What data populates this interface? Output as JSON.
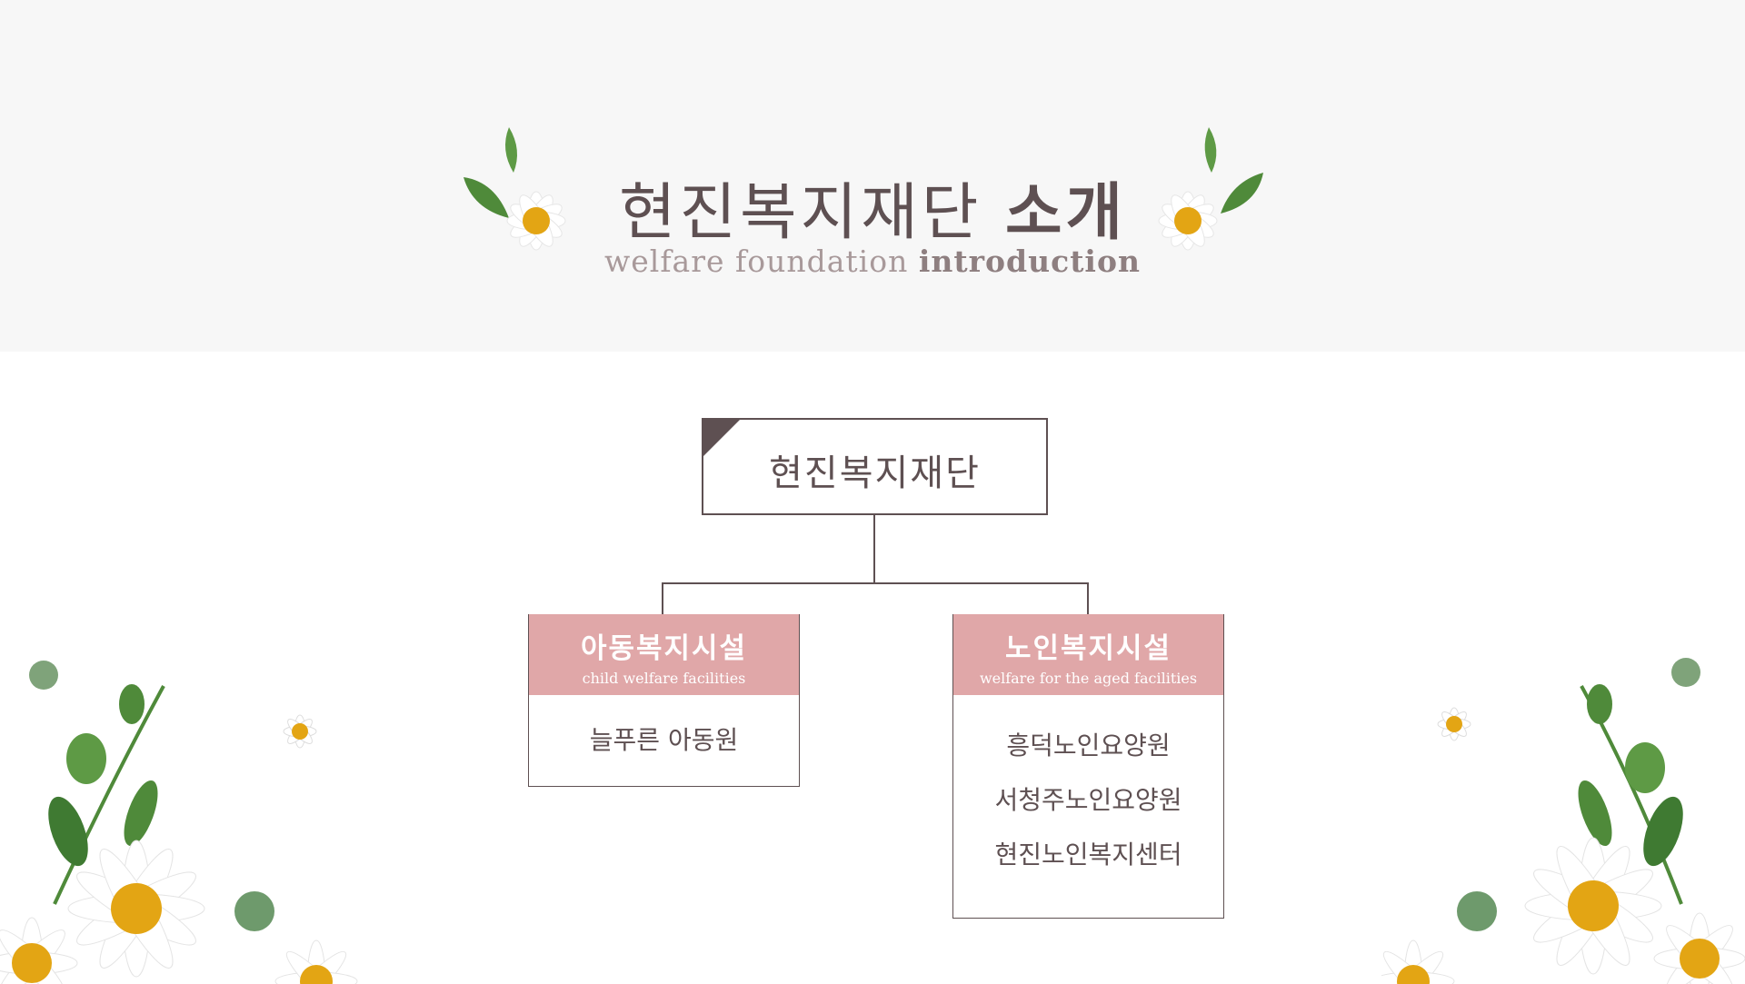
{
  "header": {
    "title_light": "현진복지재단",
    "title_bold": "소개",
    "subtitle_light": "welfare foundation",
    "subtitle_bold": "introduction"
  },
  "org": {
    "root": "현진복지재단",
    "children": [
      {
        "title": "아동복지시설",
        "subtitle": "child welfare facilities",
        "items": [
          "늘푸른 아동원"
        ]
      },
      {
        "title": "노인복지시설",
        "subtitle": "welfare for the aged facilities",
        "items": [
          "흥덕노인요양원",
          "서청주노인요양원",
          "현진노인복지센터"
        ]
      }
    ]
  },
  "colors": {
    "accent": "#e0a7a8",
    "text": "#5e5052",
    "band": "#f7f7f7"
  }
}
